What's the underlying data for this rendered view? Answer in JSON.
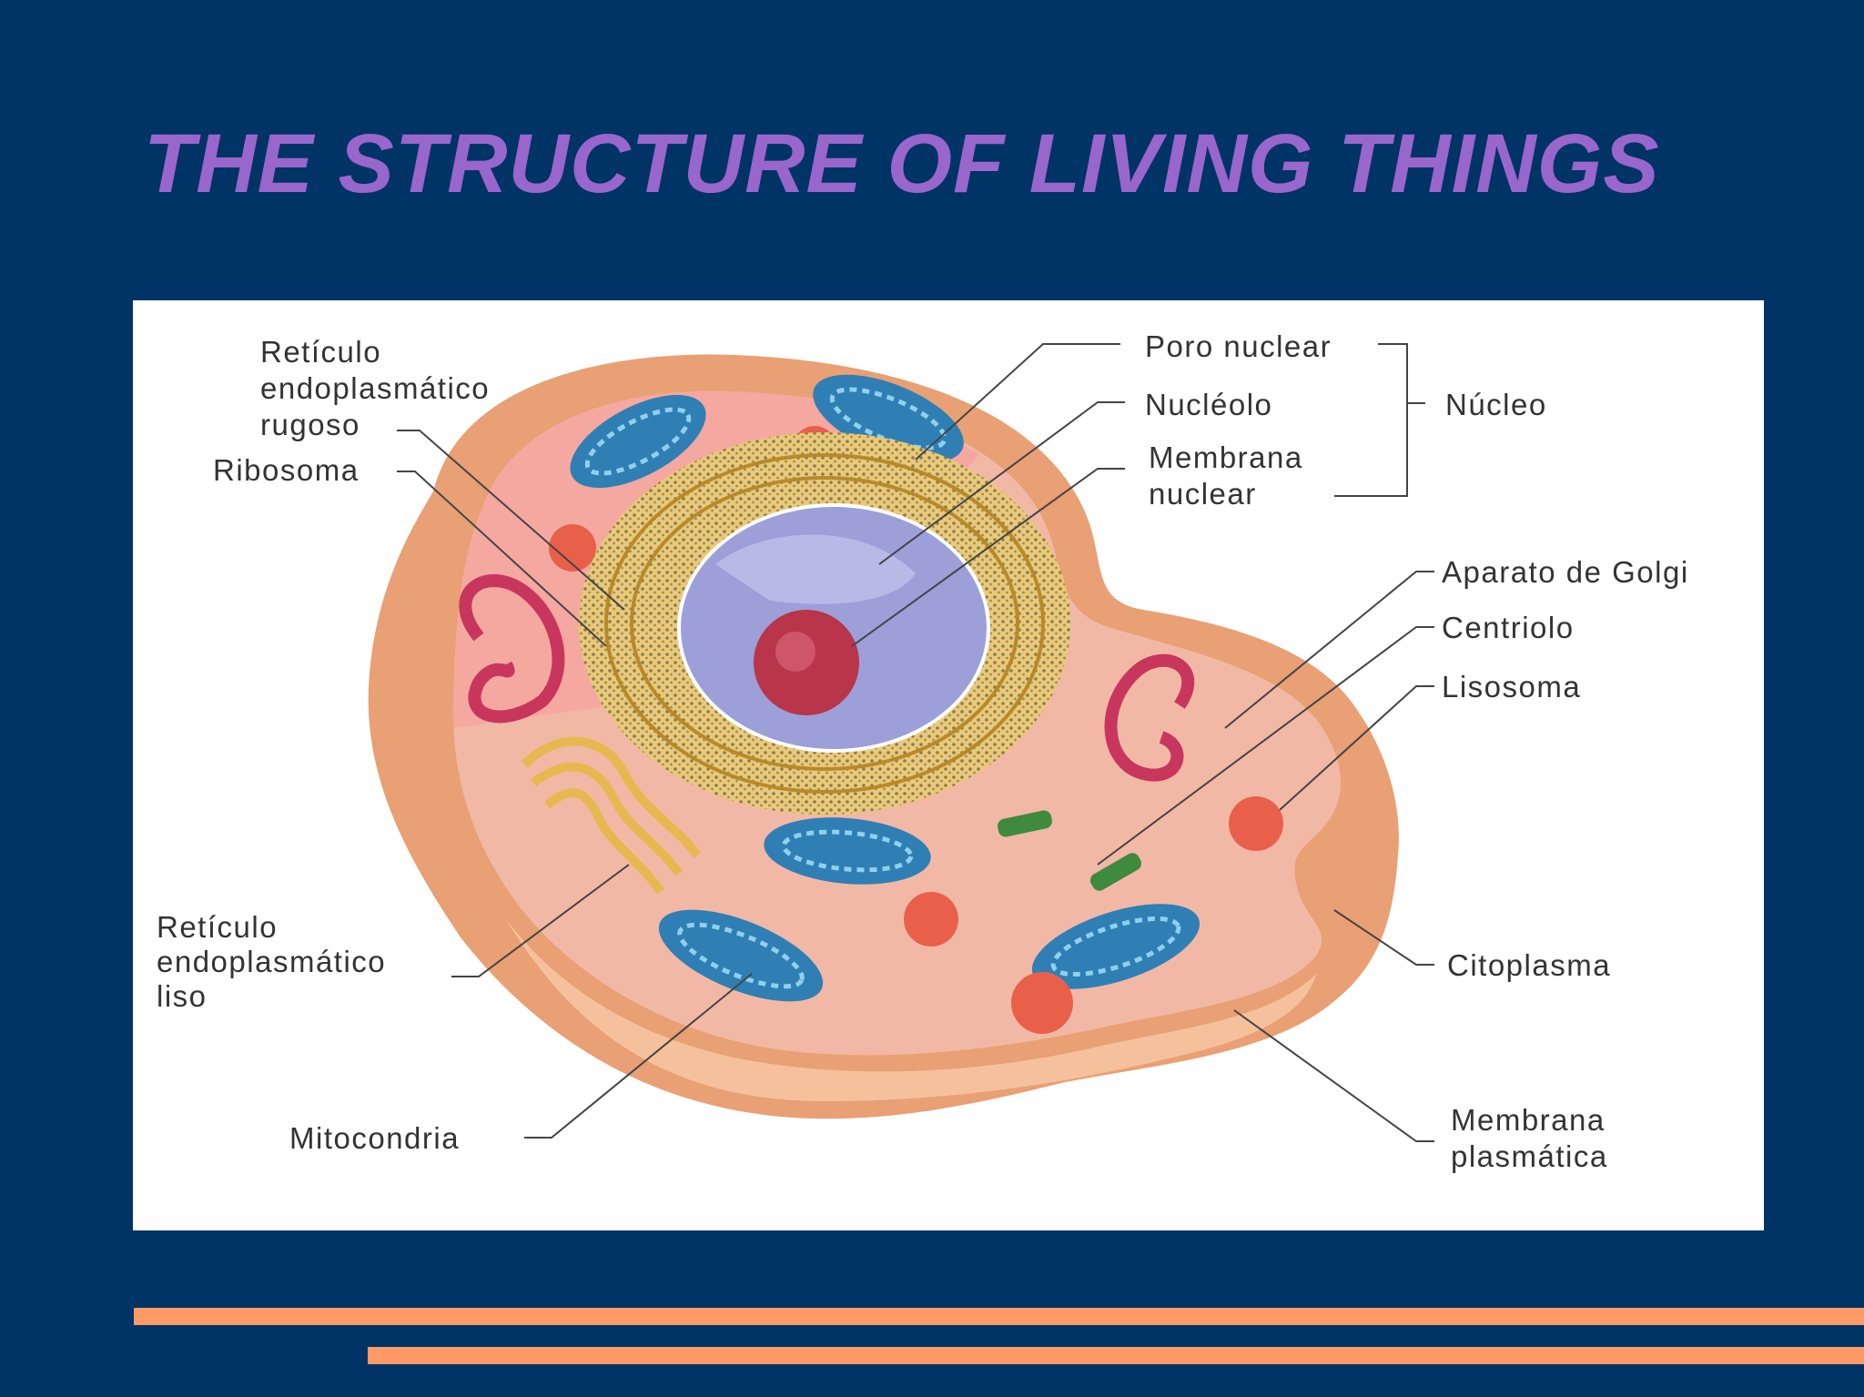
{
  "slide": {
    "title": "THE STRUCTURE OF LIVING THINGS",
    "title_color": "#9966cc",
    "background_color": "#003366",
    "accent_stripe_color": "#ff9966"
  },
  "diagram": {
    "labels": {
      "rer_line1": "Retículo",
      "rer_line2": "endoplasmático",
      "rer_line3": "rugoso",
      "ribosoma": "Ribosoma",
      "ser_line1": "Retículo",
      "ser_line2": "endoplasmático",
      "ser_line3": "liso",
      "mitocondria": "Mitocondria",
      "poro_nuclear": "Poro nuclear",
      "nucleolo": "Nucléolo",
      "membrana_nuclear_line1": "Membrana",
      "membrana_nuclear_line2": "nuclear",
      "nucleo": "Núcleo",
      "golgi": "Aparato de Golgi",
      "centriolo": "Centriolo",
      "lisosoma": "Lisosoma",
      "citoplasma": "Citoplasma",
      "membrana_plasmatica_line1": "Membrana",
      "membrana_plasmatica_line2": "plasmática"
    }
  }
}
